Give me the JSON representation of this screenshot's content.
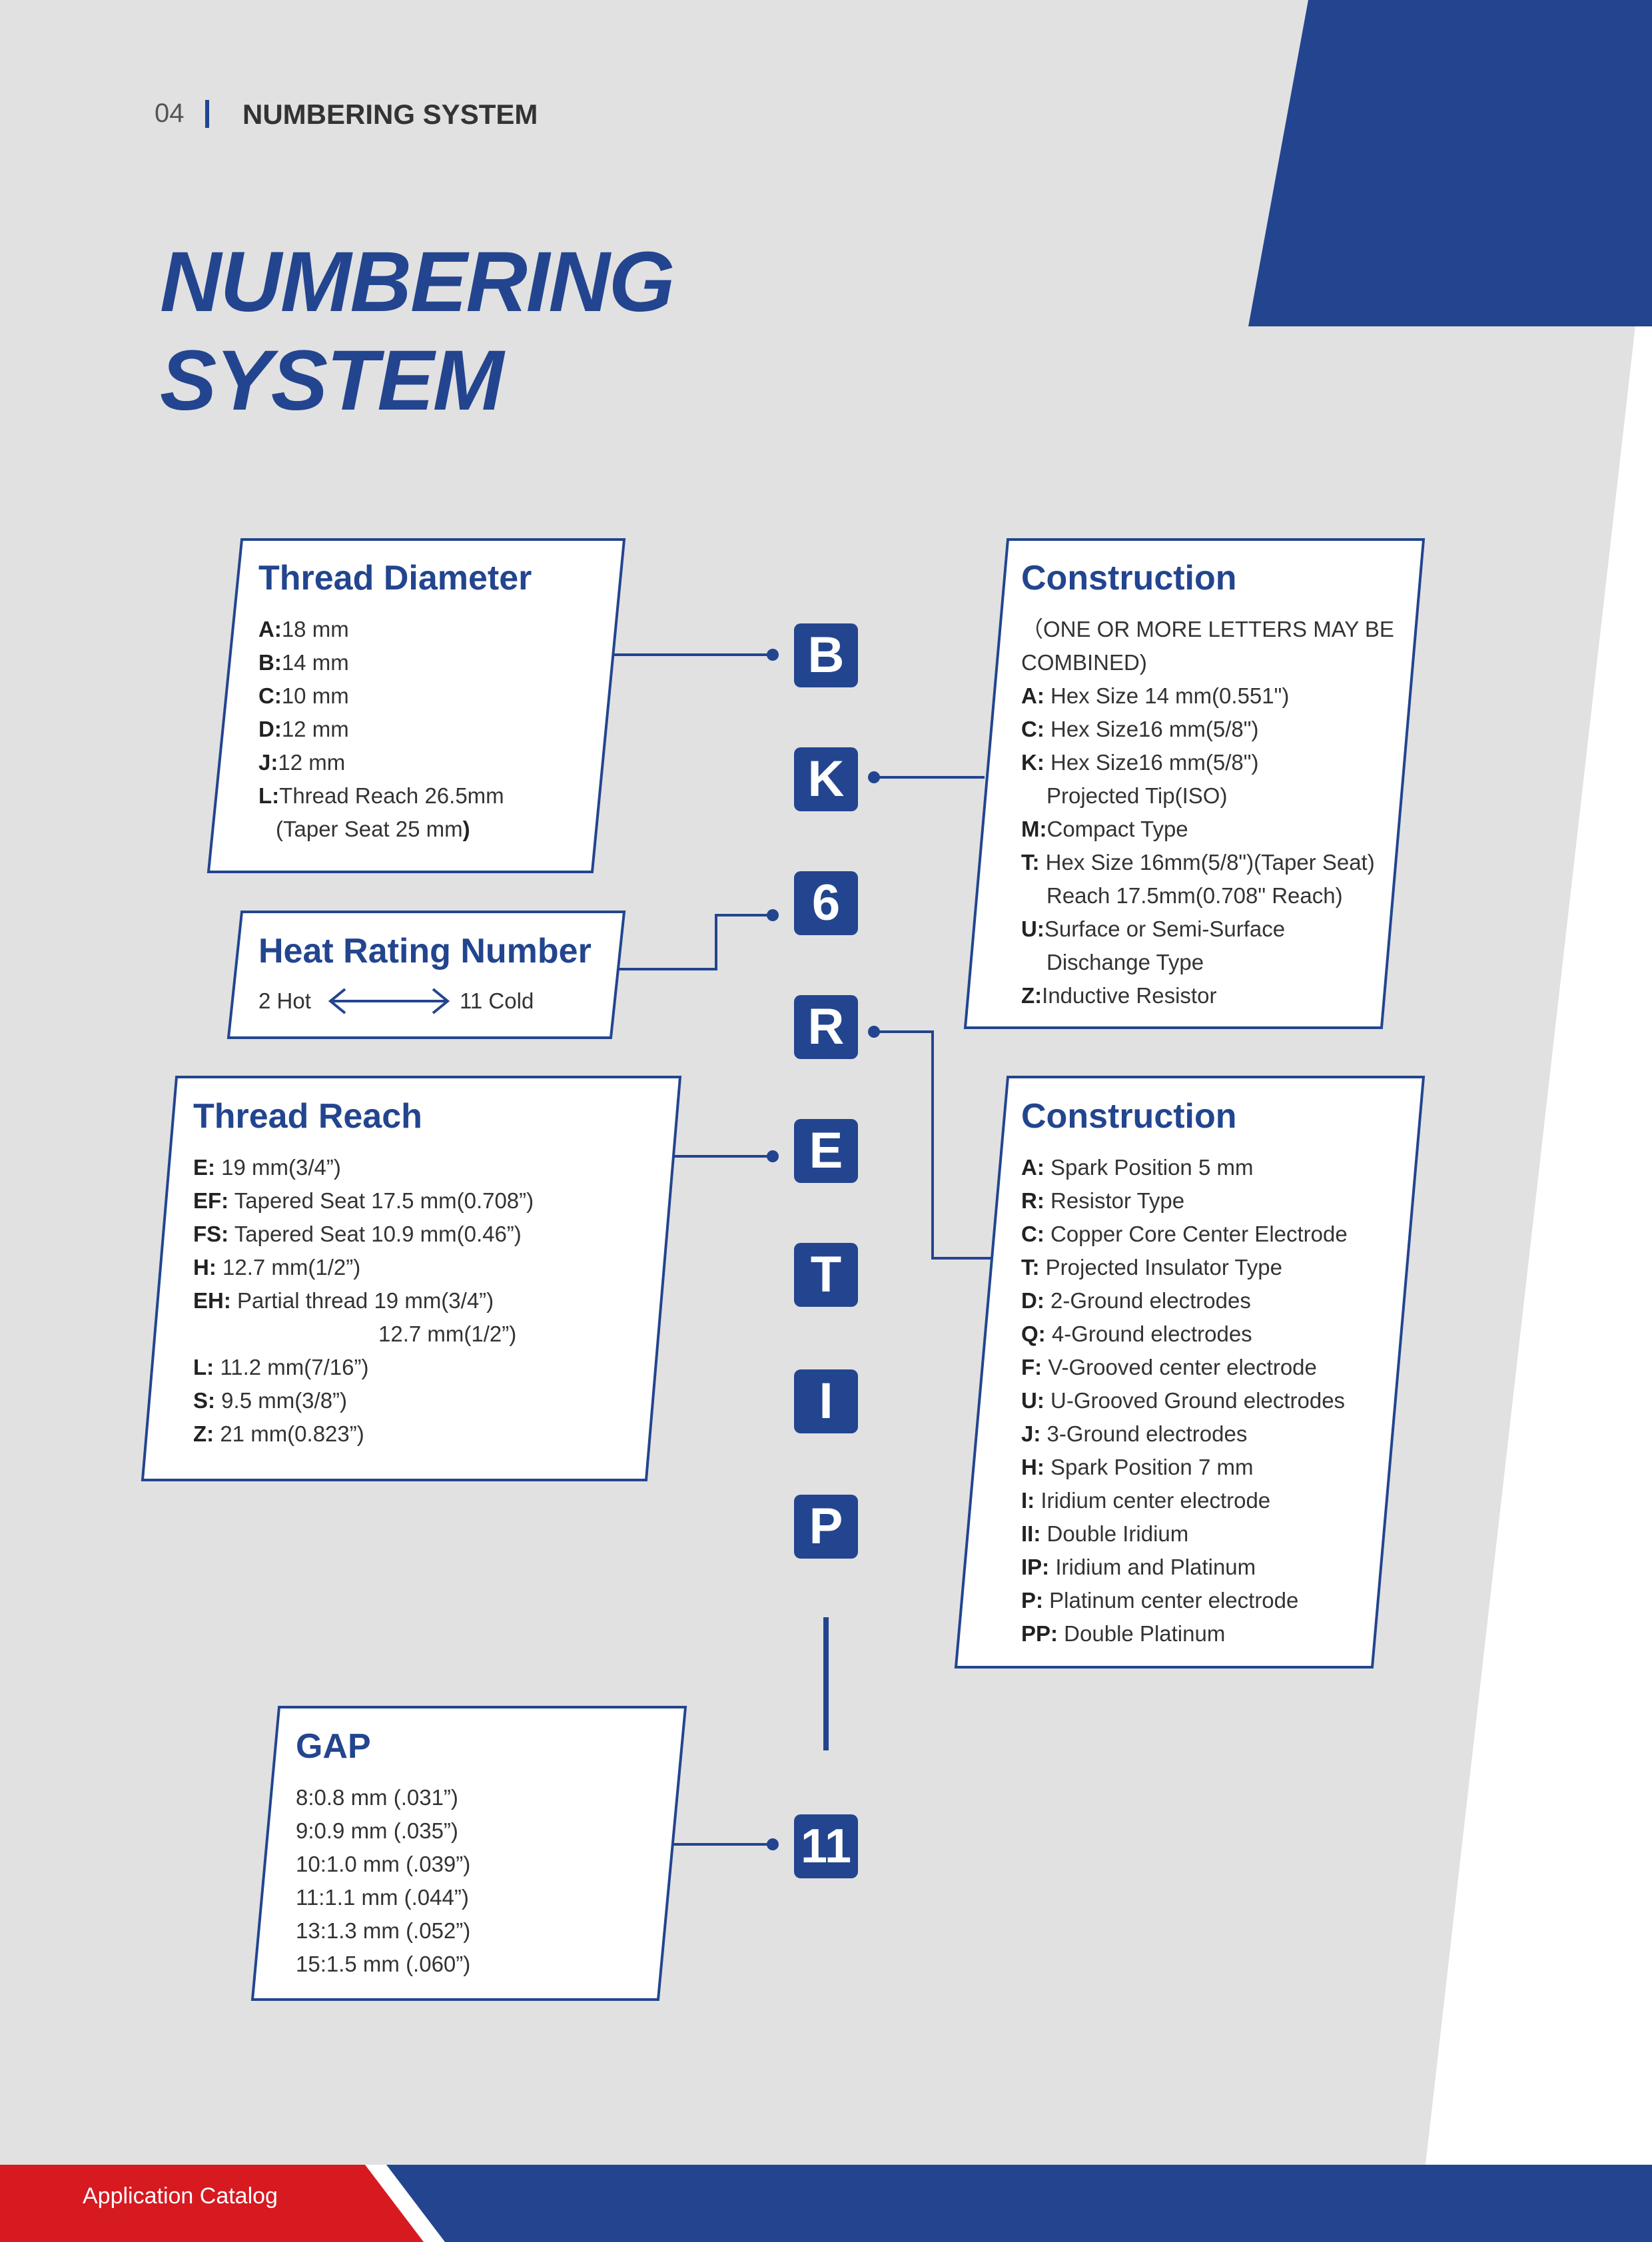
{
  "header": {
    "page_number": "04",
    "section": "NUMBERING SYSTEM"
  },
  "title": {
    "line1": "NUMBERING",
    "line2": "SYSTEM"
  },
  "thread_diameter": {
    "title": "Thread Diameter",
    "items": [
      {
        "code": "A:",
        "text": "18 mm"
      },
      {
        "code": "B:",
        "text": "14 mm"
      },
      {
        "code": "C:",
        "text": "10 mm"
      },
      {
        "code": "D:",
        "text": "12 mm"
      },
      {
        "code": "J:",
        "text": "12 mm"
      },
      {
        "code": "L:",
        "text": "Thread Reach 26.5mm"
      }
    ],
    "note": "(Taper Seat 25 mm",
    "note_close": ")"
  },
  "heat_rating": {
    "title": "Heat Rating Number",
    "hot": "2  Hot",
    "cold": "11 Cold"
  },
  "thread_reach": {
    "title": "Thread Reach",
    "items": [
      {
        "code": "E:",
        "text": " 19 mm(3/4”)"
      },
      {
        "code": "EF:",
        "text": " Tapered Seat  17.5 mm(0.708”)"
      },
      {
        "code": "FS:",
        "text": " Tapered Seat 10.9 mm(0.46”)"
      },
      {
        "code": "H:",
        "text": " 12.7 mm(1/2”)"
      },
      {
        "code": "EH:",
        "text": " Partial thread  19 mm(3/4”)"
      }
    ],
    "eh_extra": "12.7 mm(1/2”)",
    "items2": [
      {
        "code": "L:",
        "text": " 11.2 mm(7/16”)"
      },
      {
        "code": "S:",
        "text": " 9.5 mm(3/8”)"
      },
      {
        "code": "Z:",
        "text": " 21 mm(0.823”)"
      }
    ]
  },
  "gap": {
    "title": "GAP",
    "items": [
      "8:0.8 mm (.031”)",
      "9:0.9 mm (.035”)",
      "10:1.0 mm (.039”)",
      "11:1.1 mm (.044”)",
      "13:1.3 mm (.052”)",
      "15:1.5 mm (.060”)"
    ]
  },
  "construction1": {
    "title": "Construction",
    "note1": "（ONE OR MORE LETTERS MAY BE",
    "note2": "COMBINED)",
    "a": {
      "code": "A:",
      "text": " Hex Size 14 mm(0.551\")"
    },
    "c": {
      "code": "C:",
      "text": " Hex Size16 mm(5/8\")"
    },
    "k": {
      "code": "K:",
      "text": " Hex Size16 mm(5/8\")",
      "cont": "Projected Tip(ISO)"
    },
    "m": {
      "code": "M:",
      "text": "Compact Type"
    },
    "t": {
      "code": "T:",
      "text": " Hex Size 16mm(5/8\")(Taper Seat)",
      "cont": "Reach 17.5mm(0.708\" Reach)"
    },
    "u": {
      "code": "U:",
      "text": "Surface or Semi-Surface",
      "cont": "Dischange Type"
    },
    "z": {
      "code": "Z:",
      "text": "Inductive Resistor"
    }
  },
  "construction2": {
    "title": "Construction",
    "items": [
      {
        "code": "A:",
        "text": " Spark Position 5 mm"
      },
      {
        "code": "R:",
        "text": " Resistor Type"
      },
      {
        "code": "C:",
        "text": " Copper Core Center Electrode"
      },
      {
        "code": "T:",
        "text": "  Projected Insulator Type"
      },
      {
        "code": "D:",
        "text": " 2-Ground electrodes"
      },
      {
        "code": "Q:",
        "text": " 4-Ground electrodes"
      },
      {
        "code": "F:",
        "text": " V-Grooved center electrode"
      },
      {
        "code": "U:",
        "text": " U-Grooved Ground electrodes"
      },
      {
        "code": "J:",
        "text": " 3-Ground electrodes"
      },
      {
        "code": "H:",
        "text": " Spark Position 7 mm"
      },
      {
        "code": "I:",
        "text": " Iridium  center electrode"
      },
      {
        "code": "II:",
        "text": " Double Iridium"
      },
      {
        "code": "IP:",
        "text": " Iridium and Platinum"
      },
      {
        "code": "P:",
        "text": " Platinum center electrode"
      },
      {
        "code": "PP:",
        "text": " Double Platinum"
      }
    ]
  },
  "letters": [
    "B",
    "K",
    "6",
    "R",
    "E",
    "T",
    "I",
    "P",
    "11"
  ],
  "footer": {
    "label": "Application Catalog"
  },
  "colors": {
    "blue": "#23458f",
    "red": "#d71920",
    "gray": "#e1e1e1"
  }
}
